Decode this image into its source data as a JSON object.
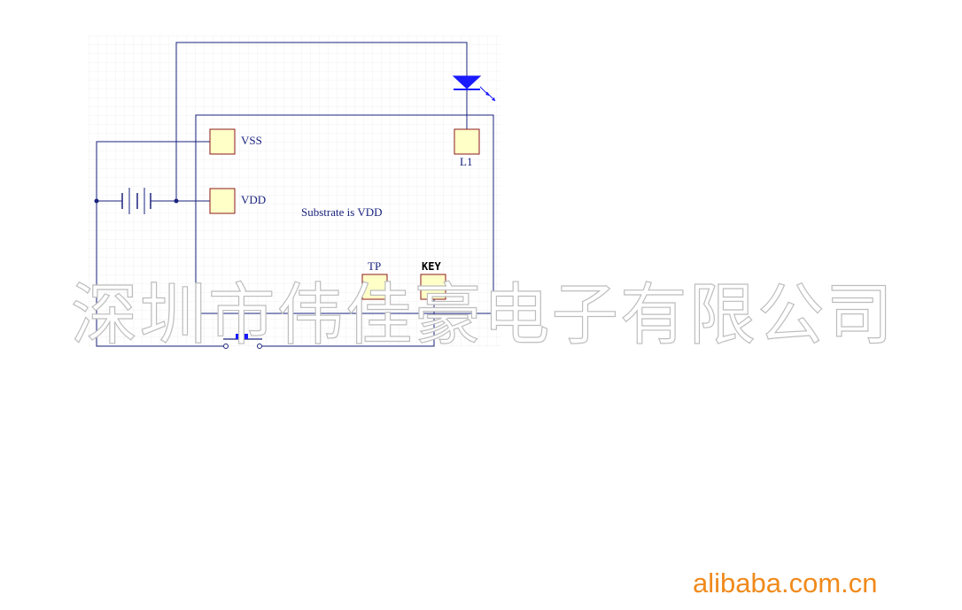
{
  "pads": {
    "vss": "VSS",
    "vdd": "VDD",
    "l1": "L1",
    "tp": "TP",
    "key": "KEY"
  },
  "note": "Substrate is VDD",
  "watermark": "深圳市伟佳豪电子有限公司",
  "brand": "alibaba.com.cn",
  "colors": {
    "wire": "#1a237e",
    "led": "#1a1aff",
    "pad_fill": "#ffffc8",
    "pad_border": "#8b1a1a",
    "brand": "#f08a1c"
  },
  "icons": [
    "led-icon",
    "battery-icon",
    "push-button-icon"
  ]
}
